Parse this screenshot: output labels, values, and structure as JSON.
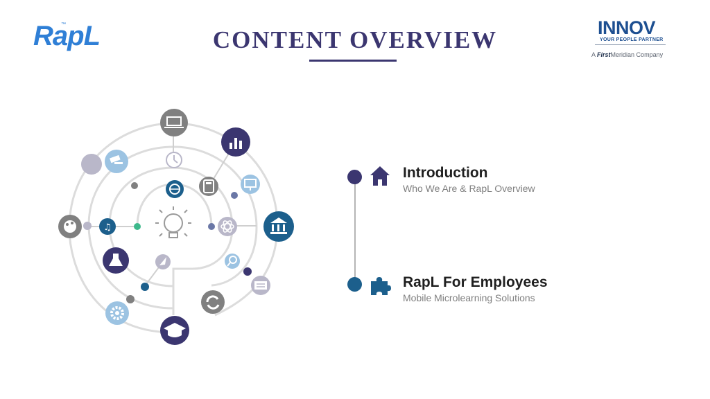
{
  "header": {
    "brand": "RapL",
    "brand_tm": "™",
    "title": "CONTENT OVERVIEW",
    "partner_logo": "INNOV",
    "partner_tagline": "YOUR PEOPLE PARTNER",
    "partner_parent_prefix": "A",
    "partner_parent_name": "First",
    "partner_parent_suffix": "Meridian Company"
  },
  "diagram": {
    "icons": [
      "laptop-icon",
      "bar-chart-icon",
      "gavel-icon",
      "clock-icon",
      "globe-icon",
      "calculator-icon",
      "monitor-icon",
      "bank-icon",
      "palette-icon",
      "music-note-icon",
      "lightbulb-icon",
      "atom-icon",
      "flask-icon",
      "rocket-icon",
      "search-icon",
      "newspaper-icon",
      "refresh-icon",
      "gear-icon",
      "graduation-cap-icon"
    ],
    "colors": {
      "navy": "#3b3670",
      "teal": "#1c5f8c",
      "gray": "#808080",
      "lightgray": "#b9b7c9",
      "lightblue": "#9cc3e2",
      "green": "#3db88b",
      "arc": "#dcdcdc"
    }
  },
  "agenda": [
    {
      "title": "Introduction",
      "subtitle": "Who We Are & RapL Overview",
      "icon": "home-icon",
      "dot_color": "#3b3670"
    },
    {
      "title": "RapL For Employees",
      "subtitle": "Mobile Microlearning Solutions",
      "icon": "puzzle-icon",
      "dot_color": "#1c5f8c"
    }
  ]
}
